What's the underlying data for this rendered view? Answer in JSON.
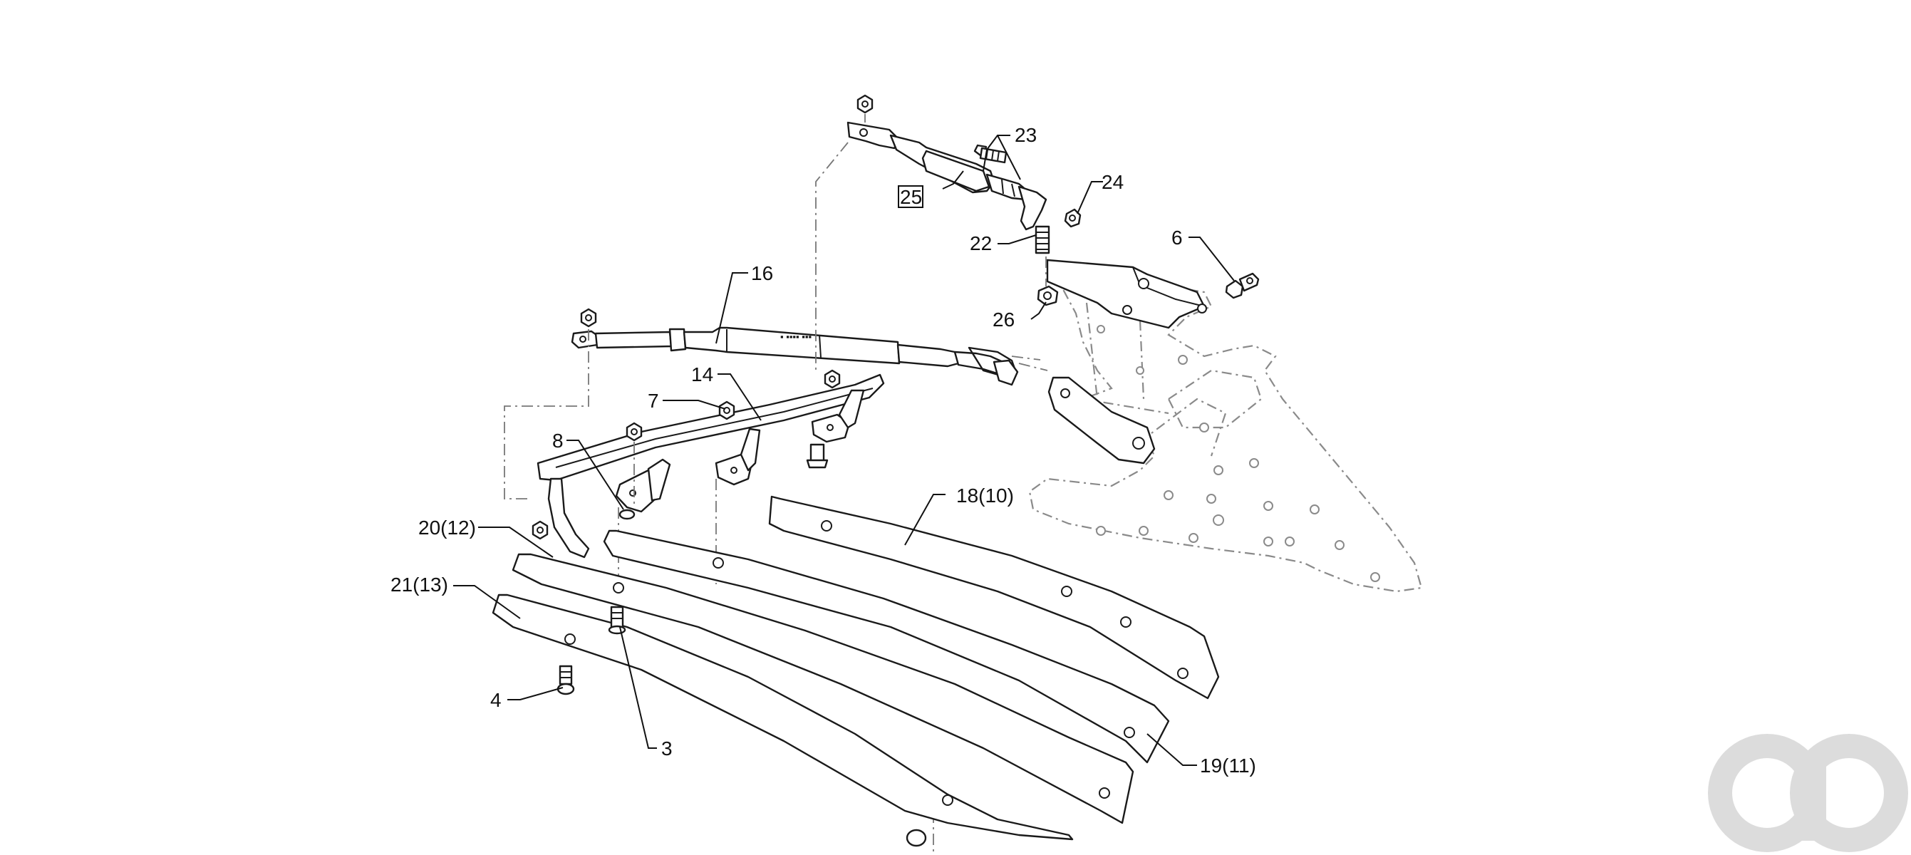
{
  "diagram": {
    "callouts": {
      "c3": "3",
      "c4": "4",
      "c6": "6",
      "c7": "7",
      "c8": "8",
      "c14": "14",
      "c16": "16",
      "c18": "18(10)",
      "c19": "19(11)",
      "c20": "20(12)",
      "c21": "21(13)",
      "c22": "22",
      "c23": "23",
      "c24": "24",
      "c25": "25",
      "c26": "26"
    },
    "watermark": "ao"
  }
}
